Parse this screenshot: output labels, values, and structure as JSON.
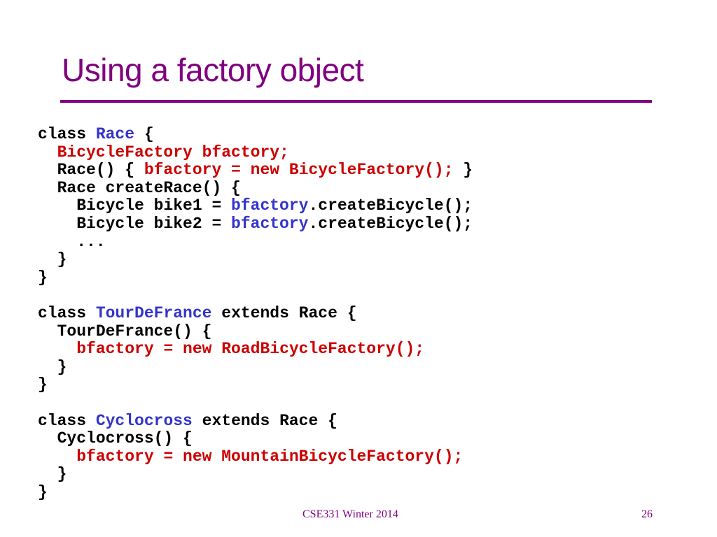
{
  "slide": {
    "title": "Using a factory object",
    "footer": "CSE331 Winter 2014",
    "page_number": "26"
  },
  "colors": {
    "title": "#800080",
    "rule": "#800080",
    "code_default": "#000000",
    "code_blue": "#3333cc",
    "code_red": "#cc0000",
    "footer": "#800080"
  },
  "code_lines": [
    [
      {
        "text": "class ",
        "color": "default"
      },
      {
        "text": "Race",
        "color": "blue"
      },
      {
        "text": " {",
        "color": "default"
      }
    ],
    [
      {
        "text": "  ",
        "color": "default"
      },
      {
        "text": "BicycleFactory bfactory;",
        "color": "red"
      }
    ],
    [
      {
        "text": "  Race() { ",
        "color": "default"
      },
      {
        "text": "bfactory = new BicycleFactory();",
        "color": "red"
      },
      {
        "text": " }",
        "color": "default"
      }
    ],
    [
      {
        "text": "  Race createRace() {",
        "color": "default"
      }
    ],
    [
      {
        "text": "    Bicycle bike1 = ",
        "color": "default"
      },
      {
        "text": "bfactory",
        "color": "blue"
      },
      {
        "text": ".createBicycle();",
        "color": "default"
      }
    ],
    [
      {
        "text": "    Bicycle bike2 = ",
        "color": "default"
      },
      {
        "text": "bfactory",
        "color": "blue"
      },
      {
        "text": ".createBicycle();",
        "color": "default"
      }
    ],
    [
      {
        "text": "    ...",
        "color": "default"
      }
    ],
    [
      {
        "text": "  }",
        "color": "default"
      }
    ],
    [
      {
        "text": "}",
        "color": "default"
      }
    ],
    [
      {
        "text": "",
        "color": "default"
      }
    ],
    [
      {
        "text": "class ",
        "color": "default"
      },
      {
        "text": "TourDeFrance",
        "color": "blue"
      },
      {
        "text": " extends Race {",
        "color": "default"
      }
    ],
    [
      {
        "text": "  TourDeFrance() {",
        "color": "default"
      }
    ],
    [
      {
        "text": "    ",
        "color": "default"
      },
      {
        "text": "bfactory = new RoadBicycleFactory();",
        "color": "red"
      }
    ],
    [
      {
        "text": "  }",
        "color": "default"
      }
    ],
    [
      {
        "text": "}",
        "color": "default"
      }
    ],
    [
      {
        "text": "",
        "color": "default"
      }
    ],
    [
      {
        "text": "class ",
        "color": "default"
      },
      {
        "text": "Cyclocross",
        "color": "blue"
      },
      {
        "text": " extends Race {",
        "color": "default"
      }
    ],
    [
      {
        "text": "  Cyclocross() {",
        "color": "default"
      }
    ],
    [
      {
        "text": "    ",
        "color": "default"
      },
      {
        "text": "bfactory = new MountainBicycleFactory();",
        "color": "red"
      }
    ],
    [
      {
        "text": "  }",
        "color": "default"
      }
    ],
    [
      {
        "text": "}",
        "color": "default"
      }
    ]
  ]
}
